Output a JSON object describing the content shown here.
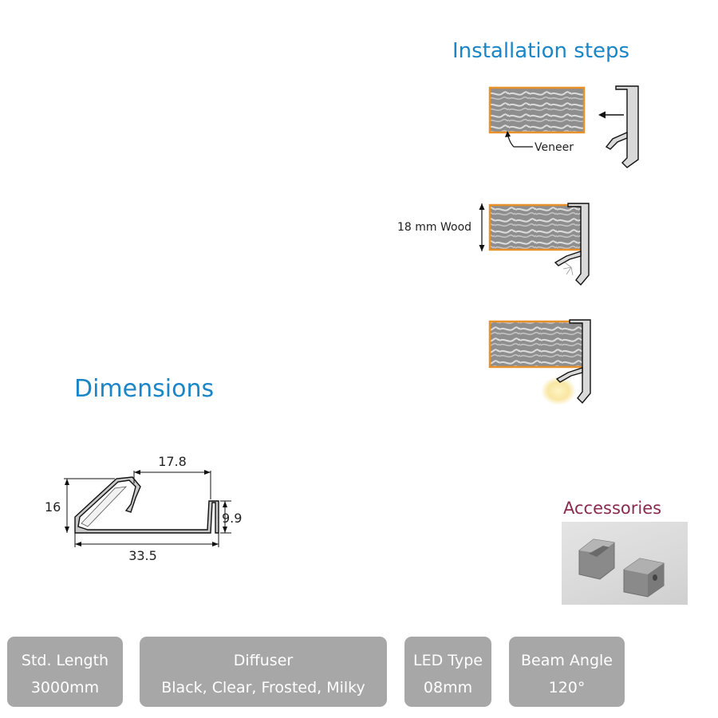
{
  "installation": {
    "title": "Installation steps",
    "veneer_label": "Veneer",
    "wood_label": "18 mm Wood"
  },
  "dimensions": {
    "title": "Dimensions",
    "width_top": "17.8",
    "height_left": "16",
    "height_right": "9.9",
    "width_total": "33.5"
  },
  "accessories": {
    "title": "Accessories"
  },
  "specs": [
    {
      "label": "Std. Length",
      "value": "3000mm"
    },
    {
      "label": "Diffuser",
      "value": "Black, Clear, Frosted, Milky"
    },
    {
      "label": "LED Type",
      "value": "08mm"
    },
    {
      "label": "Beam Angle",
      "value": "120°"
    }
  ],
  "colors": {
    "heading_blue": "#1a86c8",
    "accessories_title": "#8b2a4f",
    "veneer_orange": "#e8912a",
    "spec_box_gray": "#a7a7a7"
  }
}
